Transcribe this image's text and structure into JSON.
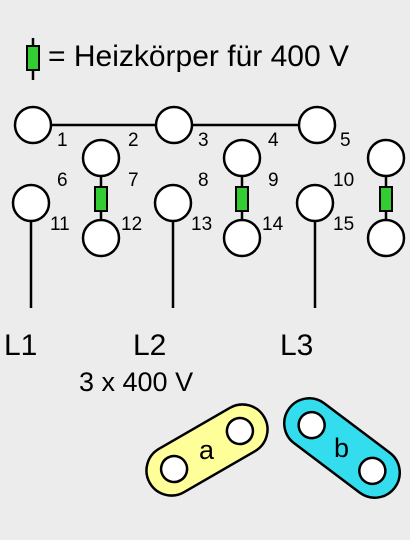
{
  "legend": {
    "text": "= Heizkörper für  400 V"
  },
  "terminals": {
    "t1": "1",
    "t2": "2",
    "t3": "3",
    "t4": "4",
    "t5": "5",
    "t6": "6",
    "t7": "7",
    "t8": "8",
    "t9": "9",
    "t10": "10",
    "t11": "11",
    "t12": "12",
    "t13": "13",
    "t14": "14",
    "t15": "15"
  },
  "phases": {
    "l1": "L1",
    "l2": "L2",
    "l3": "L3"
  },
  "supply": "3 x 400 V",
  "bridges": {
    "a": {
      "label": "a",
      "color": "#ffff99"
    },
    "b": {
      "label": "b",
      "color": "#33ddee"
    }
  }
}
